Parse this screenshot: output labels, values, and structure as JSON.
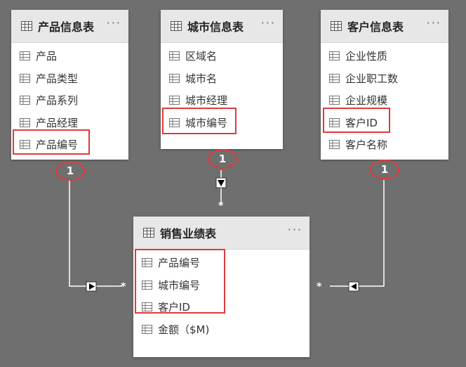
{
  "tables": {
    "product": {
      "title": "产品信息表",
      "fields": [
        "产品",
        "产品类型",
        "产品系列",
        "产品经理",
        "产品编号"
      ]
    },
    "city": {
      "title": "城市信息表",
      "fields": [
        "区域名",
        "城市名",
        "城市经理",
        "城市编号"
      ]
    },
    "customer": {
      "title": "客户信息表",
      "fields": [
        "企业性质",
        "企业职工数",
        "企业规模",
        "客户ID",
        "客户名称"
      ]
    },
    "sales": {
      "title": "销售业绩表",
      "fields": [
        "产品编号",
        "城市编号",
        "客户ID",
        "金额（$M)"
      ]
    }
  },
  "menu_glyph": "···",
  "relationships": {
    "one_label": "1",
    "many_label": "*"
  },
  "colors": {
    "highlight": "#e03a3a",
    "background": "#6f6f6f",
    "header": "#e7e7e7"
  },
  "icons": {
    "table": "table-icon",
    "field": "field-icon",
    "more": "more-options-icon"
  }
}
